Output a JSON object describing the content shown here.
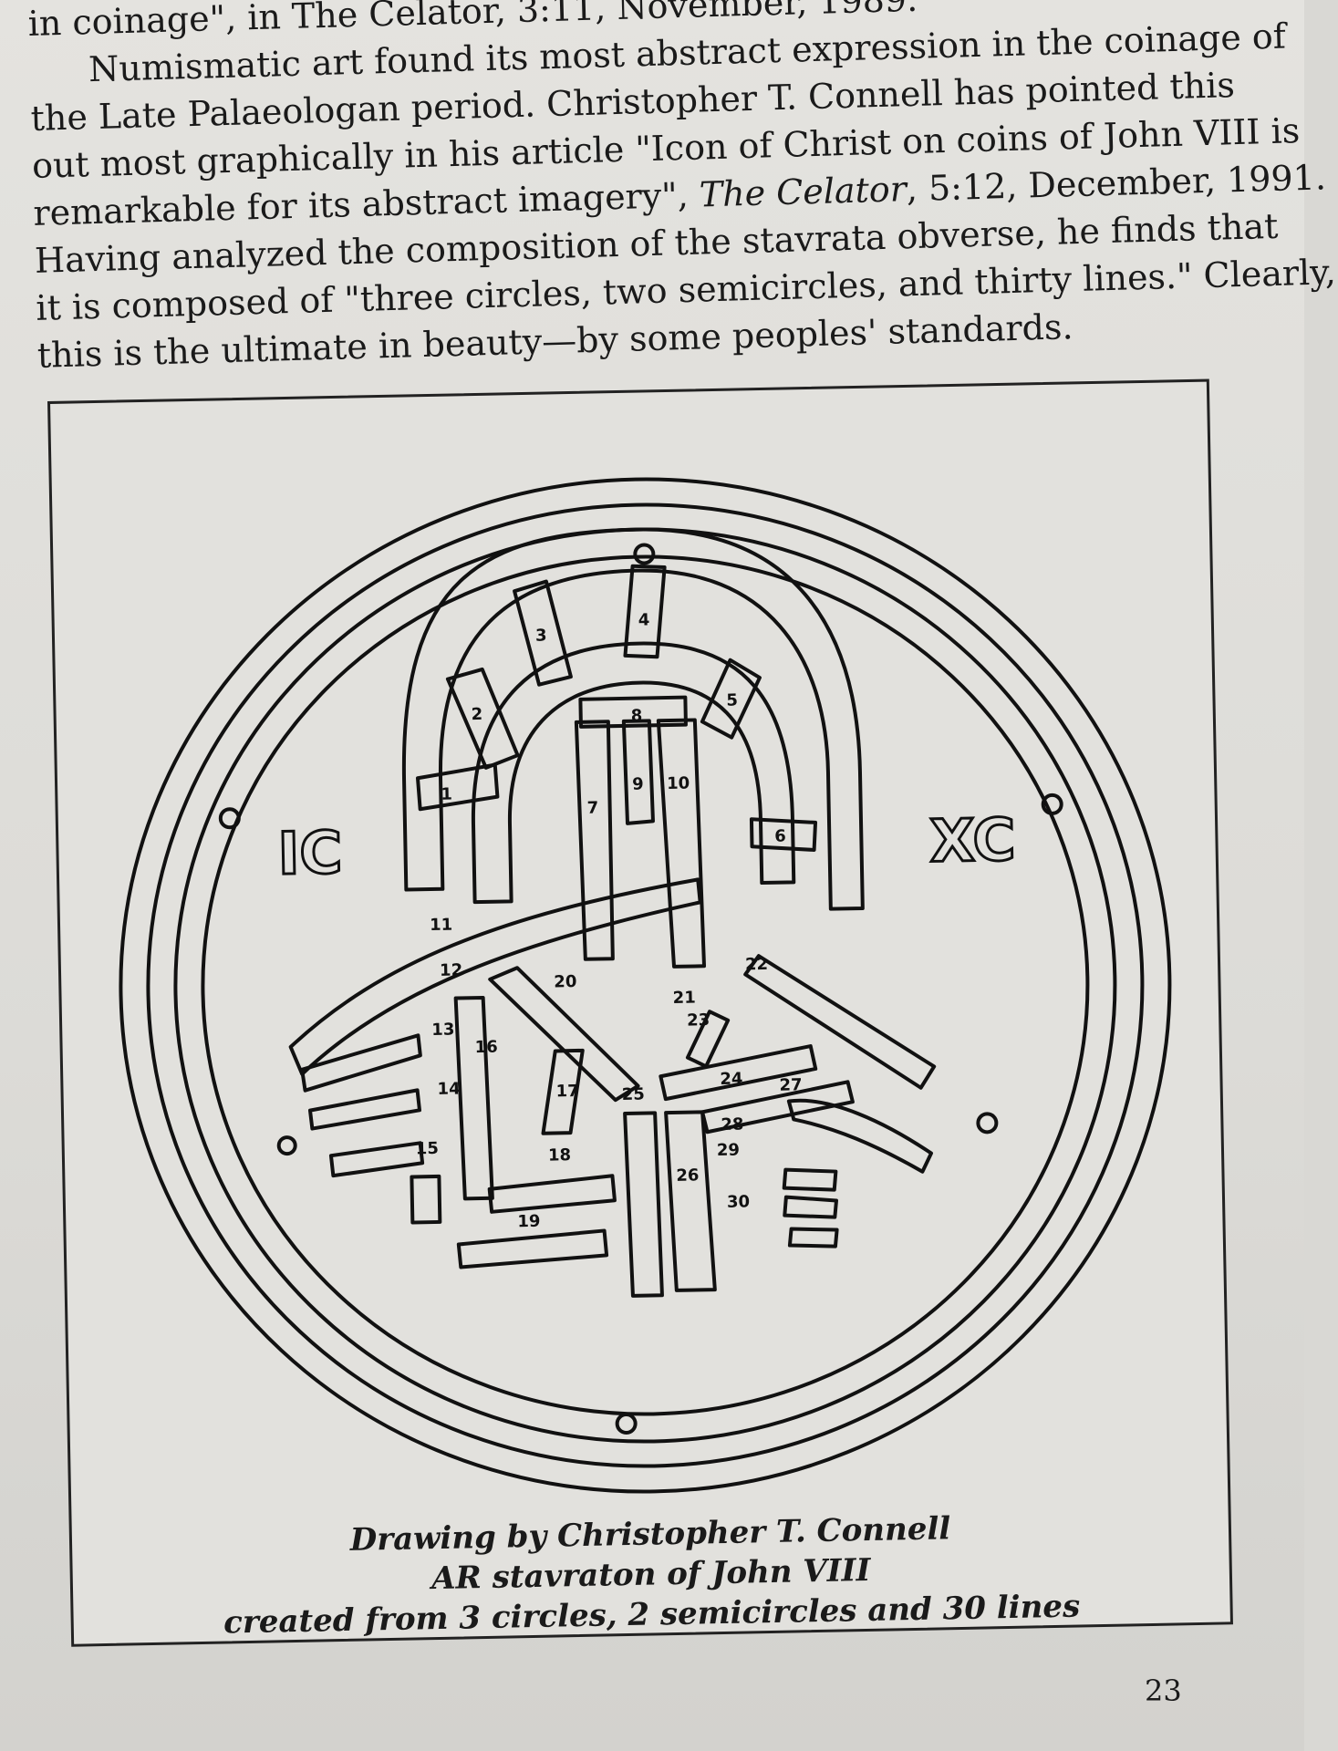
{
  "text": {
    "line0": "in coinage\", in The Celator, 3:11, November, 1989.",
    "line1": "Numismatic art found its most abstract expression in the coinage of",
    "line2": "the Late Palaeologan period.  Christopher T. Connell has pointed this",
    "line3": "out most graphically in his article \"Icon of Christ on coins of John VIII is",
    "line4a": "remarkable for its abstract imagery\", ",
    "line4b": "The Celator",
    "line4c": ", 5:12, December, 1991.",
    "line5": "Having analyzed the composition of the stavrata obverse, he finds that",
    "line6": "it is composed of \"three circles, two semicircles, and thirty lines.\" Clearly,",
    "line7": "this is the ultimate in beauty—by some peoples' standards."
  },
  "figure": {
    "left_letters": "IC",
    "right_letters": "XC",
    "line_numbers": [
      "1",
      "2",
      "3",
      "4",
      "5",
      "6",
      "7",
      "8",
      "9",
      "10",
      "11",
      "12",
      "13",
      "14",
      "15",
      "16",
      "17",
      "18",
      "19",
      "20",
      "21",
      "22",
      "23",
      "24",
      "25",
      "26",
      "27",
      "28",
      "29",
      "30"
    ]
  },
  "caption": {
    "line1": "Drawing by Christopher T. Connell",
    "line2": "AR stavraton of John VIII",
    "line3": "created from 3 circles, 2 semicircles and 30 lines"
  },
  "page_number": "23"
}
